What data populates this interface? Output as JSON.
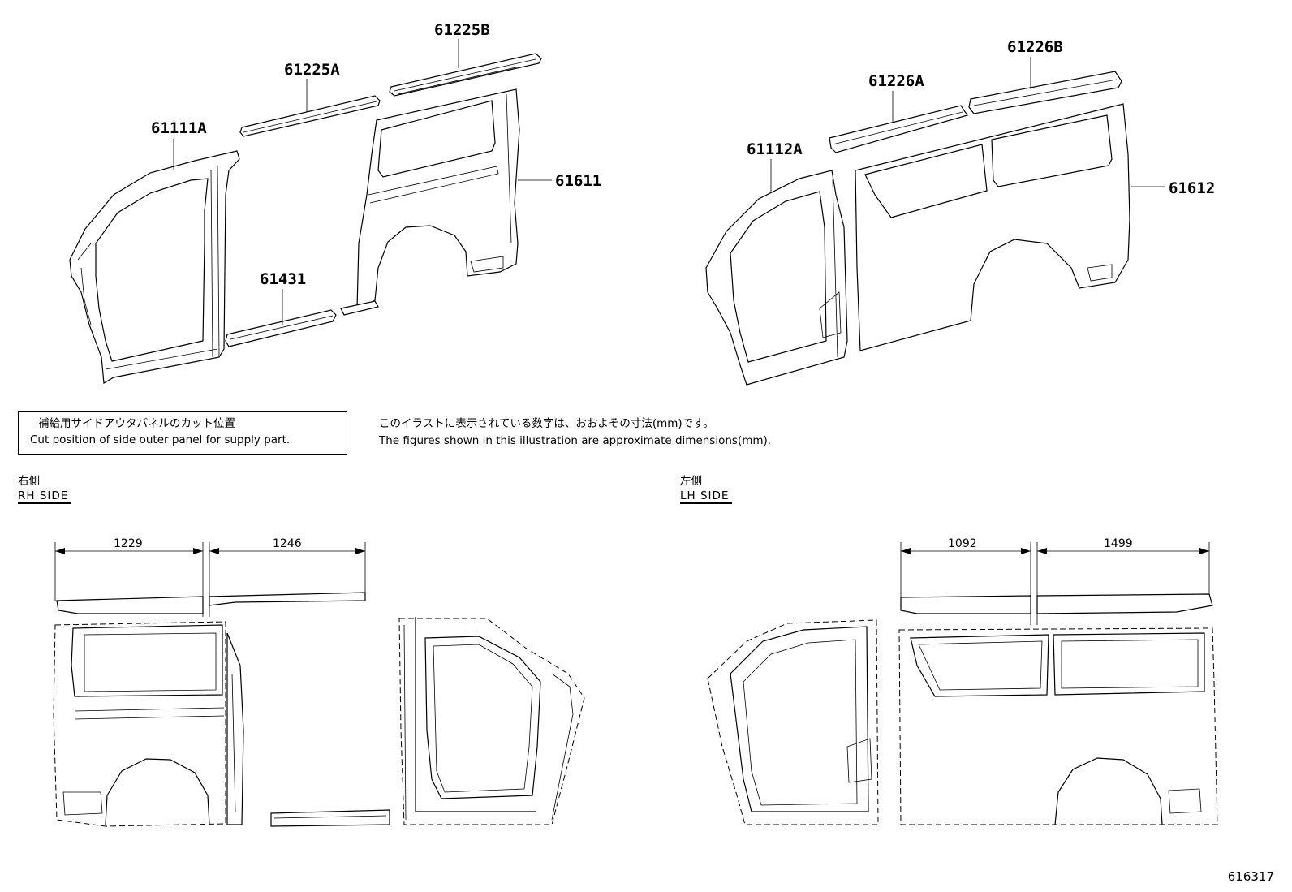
{
  "part_labels": {
    "p61225B": "61225B",
    "p61225A": "61225A",
    "p61111A": "61111A",
    "p61611": "61611",
    "p61431": "61431",
    "p61226B": "61226B",
    "p61226A": "61226A",
    "p61112A": "61112A",
    "p61612": "61612"
  },
  "note": {
    "ja": "補給用サイドアウタパネルのカット位置",
    "en": "Cut position of side outer panel for supply part."
  },
  "disclaimer": {
    "ja": "このイラストに表示されている数字は、おおよその寸法(mm)です。",
    "en": "The figures shown in this illustration are approximate dimensions(mm)."
  },
  "rh_side": {
    "ja": "右側",
    "en": "RH SIDE"
  },
  "lh_side": {
    "ja": "左側",
    "en": "LH SIDE"
  },
  "dimensions": {
    "rh_front": "1229",
    "rh_rear": "1246",
    "lh_front": "1092",
    "lh_rear": "1499"
  },
  "illustration_code": "616317"
}
